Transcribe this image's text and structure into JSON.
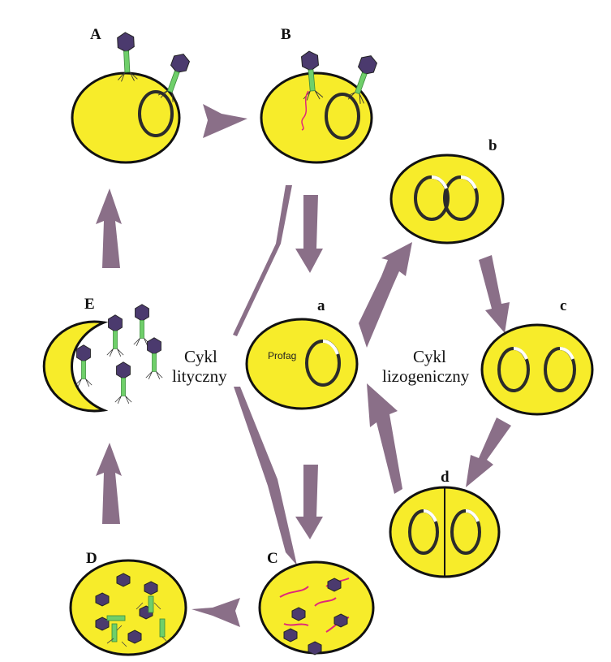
{
  "diagram": {
    "colors": {
      "cell_fill": "#f7ec2a",
      "cell_stroke": "#111111",
      "arrow": "#8a6f88",
      "phage_head": "#4b3a6e",
      "phage_tail": "#6fcf6a",
      "phage_dna": "#e0287a"
    },
    "labels": {
      "A": "A",
      "B": "B",
      "C": "C",
      "D": "D",
      "E": "E",
      "a": "a",
      "b": "b",
      "c": "c",
      "d": "d"
    },
    "lytic_cycle": {
      "line1": "Cykl",
      "line2": "lityczny"
    },
    "lysogenic_cycle": {
      "line1": "Cykl",
      "line2": "lizogeniczny"
    },
    "prophage_label": "Profag"
  }
}
